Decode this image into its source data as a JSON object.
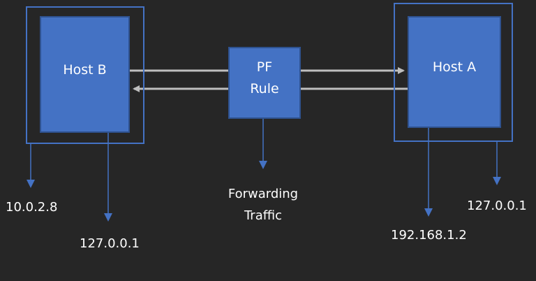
{
  "diagram": {
    "host_b": {
      "label": "Host B"
    },
    "host_a": {
      "label": "Host A"
    },
    "pf_rule": {
      "line1": "PF",
      "line2": "Rule"
    },
    "labels": {
      "host_b_ext_ip": "10.0.2.8",
      "host_b_loopback": "127.0.0.1",
      "forwarding_line1": "Forwarding",
      "forwarding_line2": "Traffic",
      "host_a_ext_ip": "192.168.1.2",
      "host_a_loopback": "127.0.0.1"
    },
    "colors": {
      "background": "#262626",
      "box_fill": "#4472c4",
      "arrow_gray": "#bfbfbf",
      "arrow_blue": "#4472c4",
      "text": "#ffffff"
    }
  }
}
